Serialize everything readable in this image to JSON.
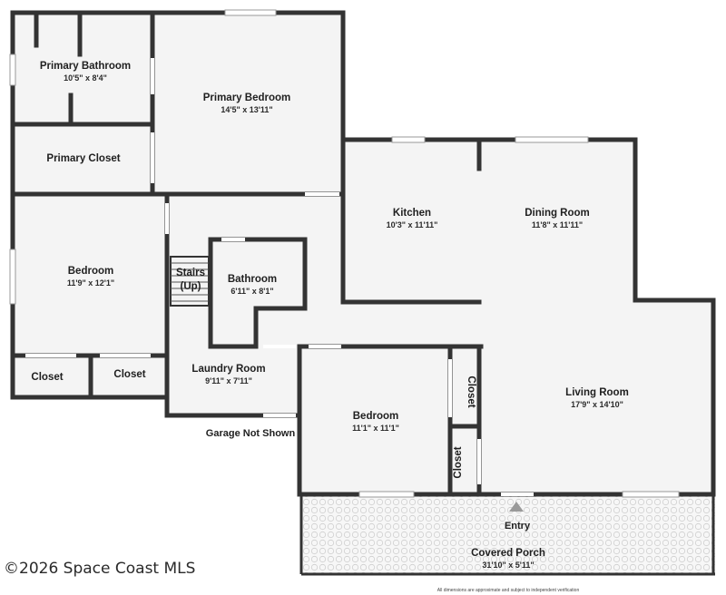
{
  "rooms": {
    "primary_bathroom": {
      "name": "Primary Bathroom",
      "dims": "10'5\" x 8'4\""
    },
    "primary_bedroom": {
      "name": "Primary Bedroom",
      "dims": "14'5\" x 13'11\""
    },
    "primary_closet": {
      "name": "Primary Closet"
    },
    "kitchen": {
      "name": "Kitchen",
      "dims": "10'3\" x 11'11\""
    },
    "dining_room": {
      "name": "Dining Room",
      "dims": "11'8\" x 11'11\""
    },
    "bedroom_left": {
      "name": "Bedroom",
      "dims": "11'9\" x 12'1\""
    },
    "stairs": {
      "line1": "Stairs",
      "line2": "(Up)"
    },
    "bathroom": {
      "name": "Bathroom",
      "dims": "6'11\" x 8'1\""
    },
    "closet_a": {
      "name": "Closet"
    },
    "closet_b": {
      "name": "Closet"
    },
    "laundry_room": {
      "name": "Laundry Room",
      "dims": "9'11\" x 7'11\""
    },
    "living_room": {
      "name": "Living Room",
      "dims": "17'9\" x 14'10\""
    },
    "bedroom_right": {
      "name": "Bedroom",
      "dims": "11'1\" x 11'1\""
    },
    "closet_c": {
      "name": "Closet"
    },
    "closet_d": {
      "name": "Closet"
    },
    "covered_porch": {
      "name": "Covered Porch",
      "dims": "31'10\" x 5'11\""
    }
  },
  "labels": {
    "garage": "Garage Not Shown",
    "entry": "Entry"
  },
  "footer": {
    "copyright": "©2026 Space Coast MLS",
    "disclaimer": "All dimensions are approximate and subject to independent verification"
  },
  "colors": {
    "wall": "#333333",
    "floor": "#f4f4f4",
    "porch": "#f7f7f7"
  }
}
